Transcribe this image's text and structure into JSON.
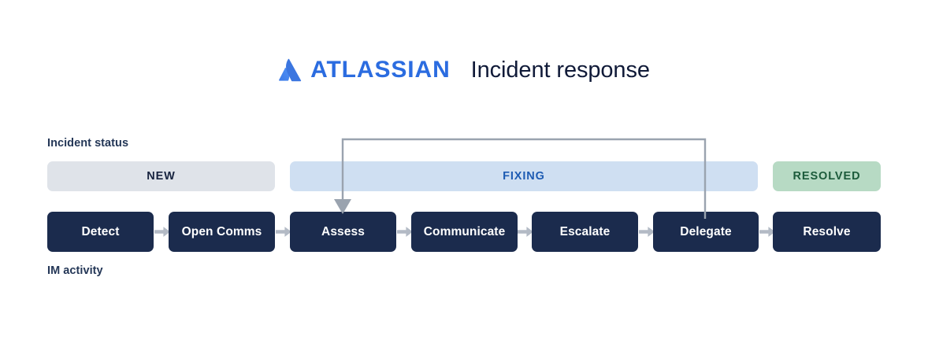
{
  "header": {
    "brand_icon": "atlassian-logo-icon",
    "brand_name": "ATLASSIAN",
    "title": "Incident response",
    "brand_color": "#2b6ce0",
    "title_color": "#101a38"
  },
  "diagram": {
    "type": "process-flow",
    "lane_labels": {
      "status": "Incident status",
      "activity": "IM activity"
    },
    "status_bands": [
      {
        "label": "NEW",
        "bg": "#dfe3e9",
        "fg": "#17233f",
        "spans_steps": [
          "Detect",
          "Open Comms"
        ]
      },
      {
        "label": "FIXING",
        "bg": "#cfdff2",
        "fg": "#1d5bb3",
        "spans_steps": [
          "Assess",
          "Communicate",
          "Escalate",
          "Delegate"
        ]
      },
      {
        "label": "RESOLVED",
        "bg": "#b7dac4",
        "fg": "#1c5b3b",
        "spans_steps": [
          "Resolve"
        ]
      }
    ],
    "steps": [
      {
        "label": "Detect"
      },
      {
        "label": "Open Comms"
      },
      {
        "label": "Assess"
      },
      {
        "label": "Communicate"
      },
      {
        "label": "Escalate"
      },
      {
        "label": "Delegate"
      },
      {
        "label": "Resolve"
      }
    ],
    "step_arrow_color": "#b3bac5",
    "step_box_color": "#1b2b4d",
    "step_text_color": "#ffffff",
    "feedback_loop": {
      "from_step": "Delegate",
      "to_step": "Assess",
      "color": "#9aa3af",
      "icon": "loop-back-arrow-icon"
    }
  }
}
